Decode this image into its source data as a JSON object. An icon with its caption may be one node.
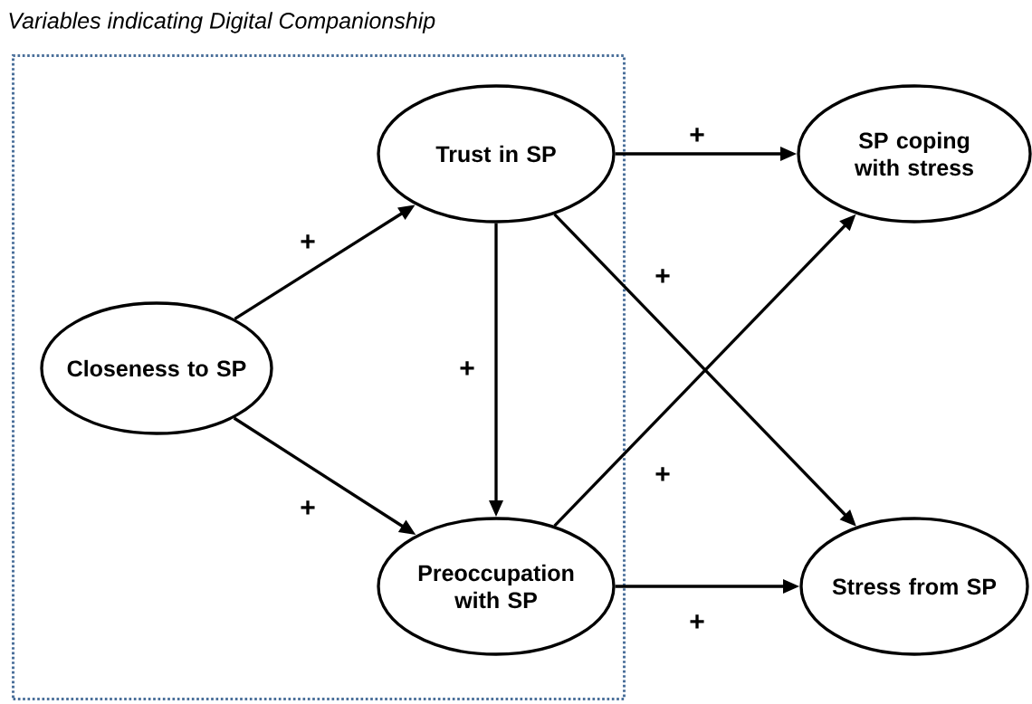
{
  "diagram": {
    "nodes": [
      {
        "text": [
          "Variables indicating Digital Companionship"
        ]
      },
      {
        "text": [
          "Closeness to SP"
        ],
        "in": 0
      },
      {
        "text": [
          "Trust in SP"
        ],
        "in": 0
      },
      {
        "text": [
          "Preoccupation with SP"
        ],
        "in": 0
      },
      {
        "text": [
          "SP coping with stress"
        ]
      },
      {
        "text": [
          "Stress from SP"
        ]
      }
    ],
    "edges": [
      {
        "from": 1,
        "to": 2,
        "arrow": "to",
        "label": "+"
      },
      {
        "from": 1,
        "to": 3,
        "arrow": "to",
        "label": "+"
      },
      {
        "from": 2,
        "to": 3,
        "arrow": "to",
        "label": "+"
      },
      {
        "from": 2,
        "to": 4,
        "arrow": "to",
        "label": "+"
      },
      {
        "from": 2,
        "to": 5,
        "arrow": "to",
        "label": "+"
      },
      {
        "from": 3,
        "to": 4,
        "arrow": "to",
        "label": "+"
      },
      {
        "from": 3,
        "to": 5,
        "arrow": "to",
        "label": "+"
      }
    ]
  }
}
